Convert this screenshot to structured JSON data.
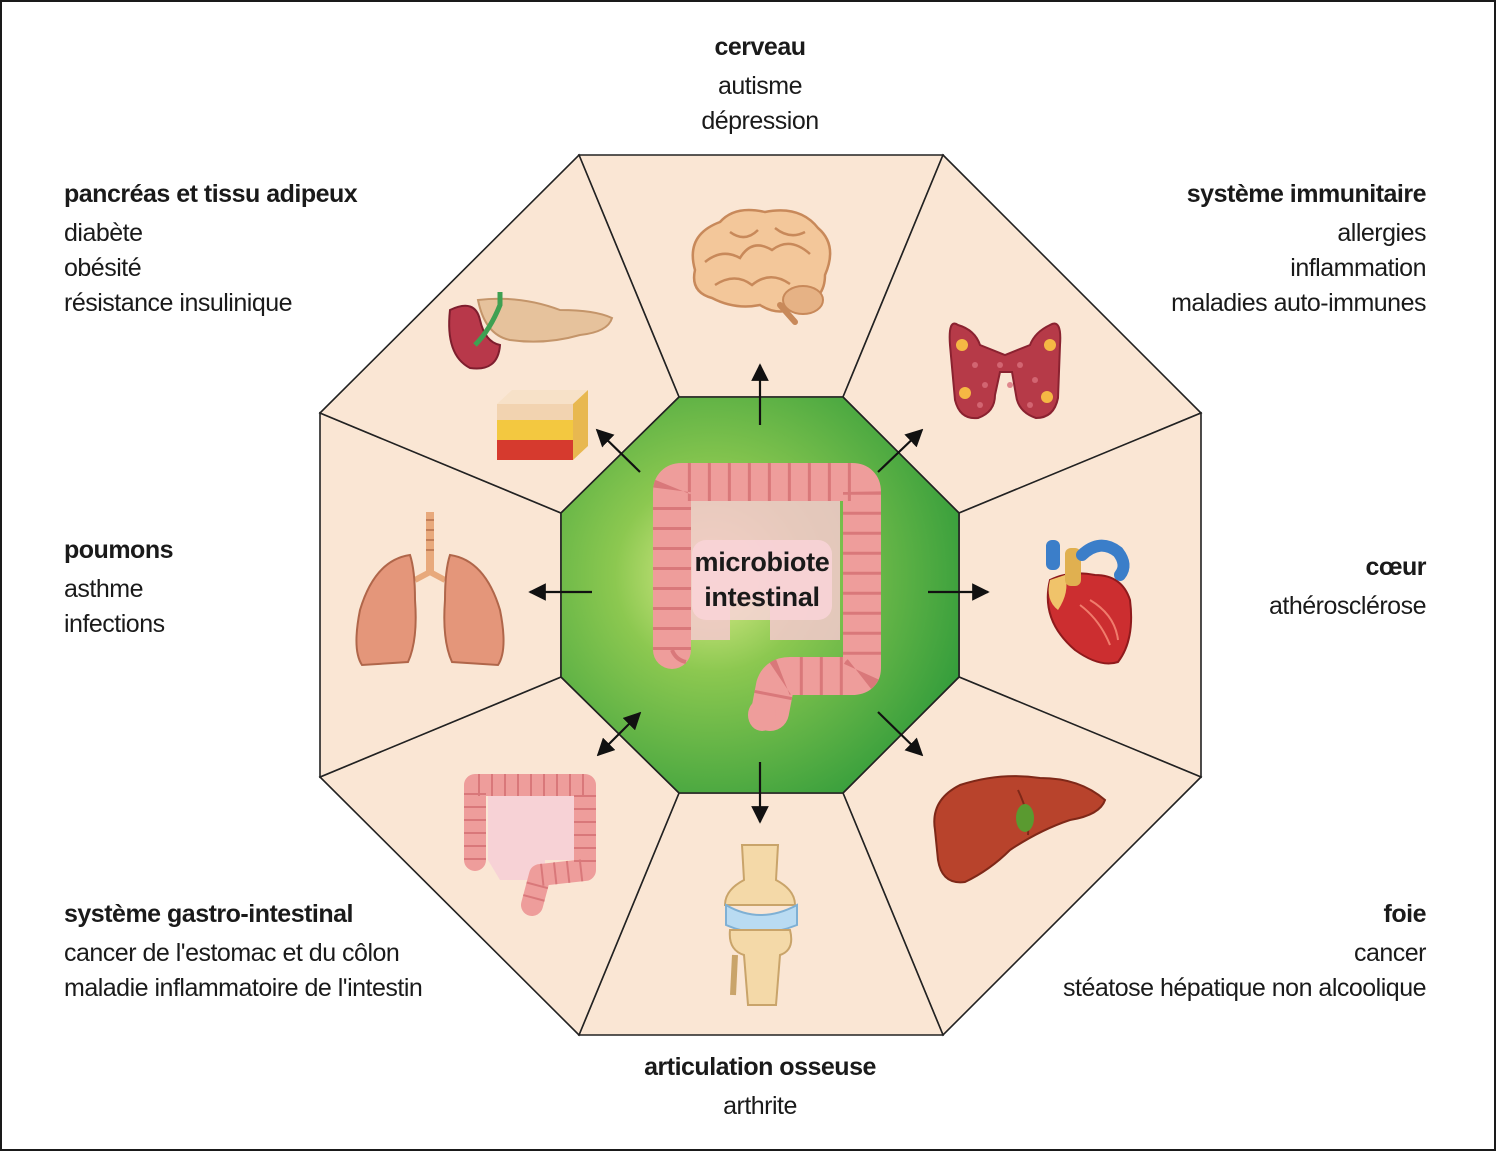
{
  "center": {
    "line1": "microbiote",
    "line2": "intestinal"
  },
  "organs": {
    "cerveau": {
      "title": "cerveau",
      "items": [
        "autisme",
        "dépression"
      ]
    },
    "immunitaire": {
      "title": "système immunitaire",
      "items": [
        "allergies",
        "inflammation",
        "maladies auto-immunes"
      ]
    },
    "coeur": {
      "title": "cœur",
      "items": [
        "athérosclérose"
      ]
    },
    "foie": {
      "title": "foie",
      "items": [
        "cancer",
        "stéatose hépatique non alcoolique"
      ]
    },
    "articulation": {
      "title": "articulation osseuse",
      "items": [
        "arthrite"
      ]
    },
    "gastro": {
      "title": "système gastro-intestinal",
      "items": [
        "cancer de l'estomac et du côlon",
        "maladie inflammatoire de l'intestin"
      ]
    },
    "poumons": {
      "title": "poumons",
      "items": [
        "asthme",
        "infections"
      ]
    },
    "pancreas": {
      "title": "pancréas et tissu adipeux",
      "items": [
        "diabète",
        "obésité",
        "résistance insulinique"
      ]
    }
  },
  "colors": {
    "segment_fill": "#fae6d4",
    "center_green_light": "#c6e07a",
    "center_green_dark": "#2e9a3a",
    "intestine": "#ee9d9b"
  }
}
